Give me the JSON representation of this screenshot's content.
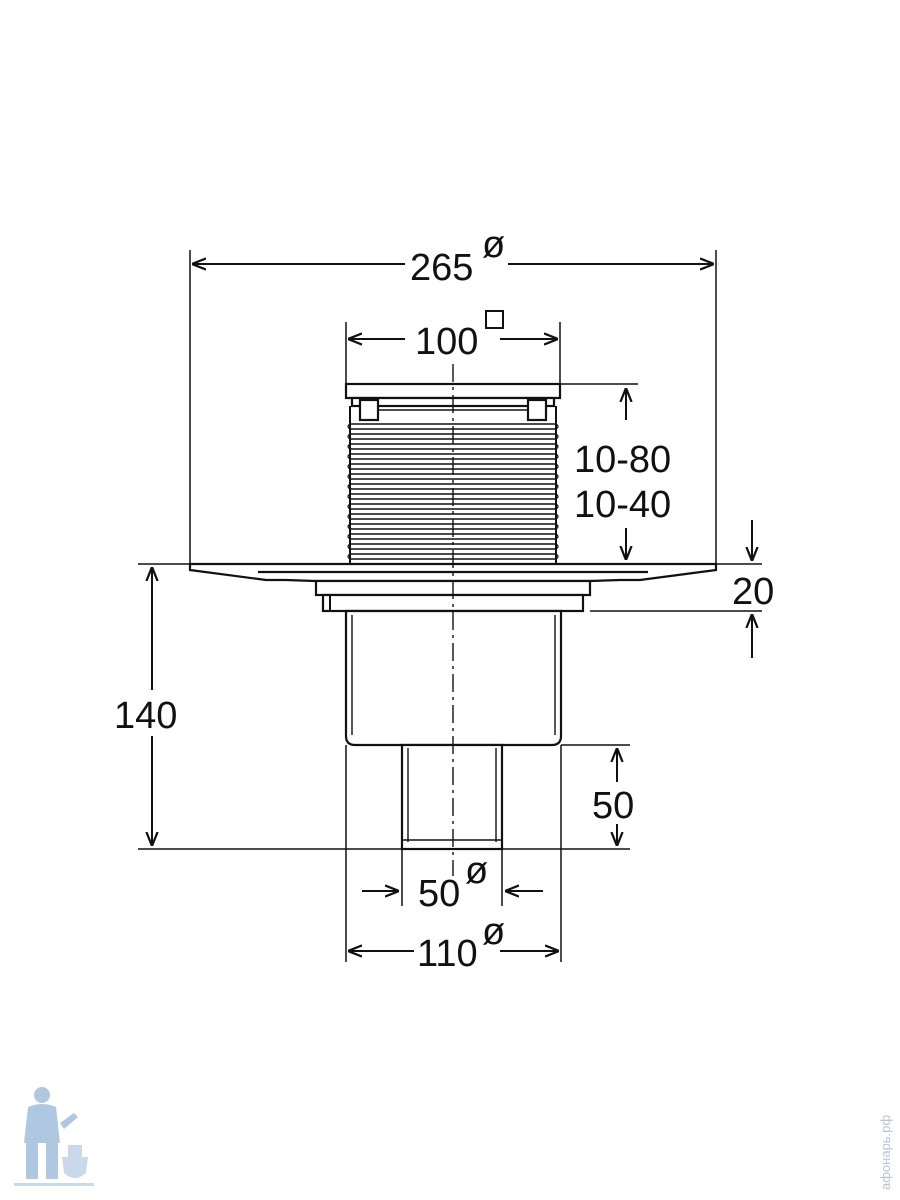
{
  "diagram": {
    "dimensions": {
      "outer_diameter": "265",
      "grate_square": "100",
      "height_range_1": "10-80",
      "height_range_2": "10-40",
      "flange_height": "20",
      "total_height": "140",
      "outlet_length": "50",
      "outlet_diameter": "50",
      "body_diameter": "110"
    },
    "symbols": {
      "diameter": "ø",
      "square": "□"
    }
  },
  "branding": {
    "watermark_text": "афонарь.рф",
    "logo_icon": "plumber-logo-icon"
  }
}
